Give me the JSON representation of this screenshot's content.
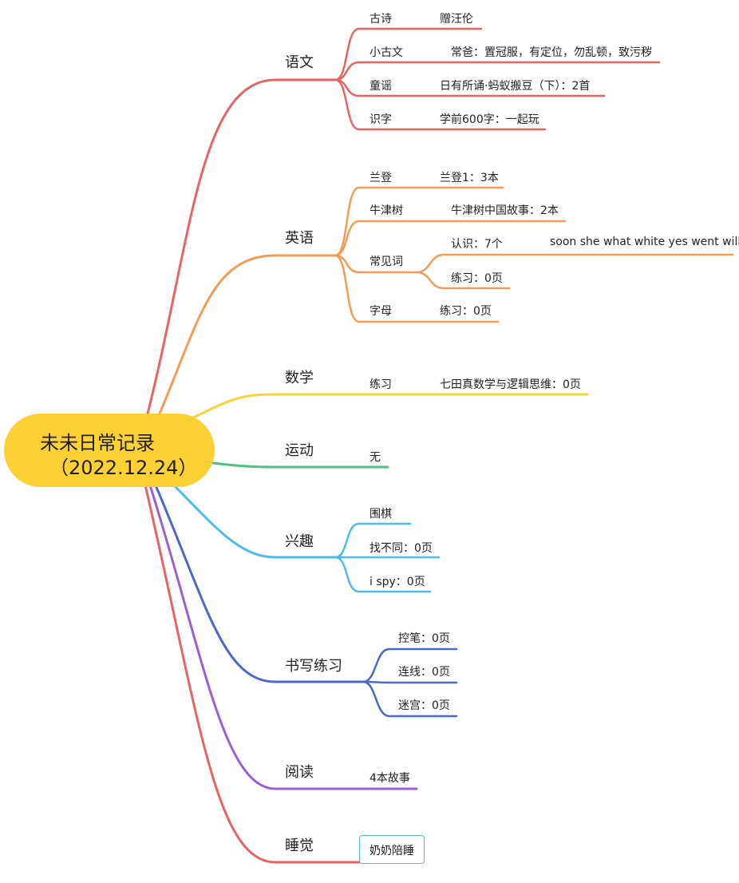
{
  "root": {
    "title": "未未日常记录",
    "date": "（2022.12.24）",
    "color": "#fdd034"
  },
  "branches": [
    {
      "label": "语文",
      "color": "#e86363",
      "items": [
        {
          "label": "古诗",
          "detail": "赠汪伦"
        },
        {
          "label": "小古文",
          "detail": "常爸：置冠服，有定位，勿乱顿，致污秽"
        },
        {
          "label": "童谣",
          "detail": "日有所诵·蚂蚁搬豆（下）：2首"
        },
        {
          "label": "识字",
          "detail": "学前600字：一起玩"
        }
      ]
    },
    {
      "label": "英语",
      "color": "#f39c55",
      "items": [
        {
          "label": "兰登",
          "detail": "兰登1：3本"
        },
        {
          "label": "牛津树",
          "detail": "牛津树中国故事：2本"
        },
        {
          "label": "常见词",
          "children": [
            {
              "label": "认识：7个",
              "detail": "soon she what white yes went will"
            },
            {
              "label": "练习：0页"
            }
          ]
        },
        {
          "label": "字母",
          "detail": "练习：0页"
        }
      ]
    },
    {
      "label": "数学",
      "color": "#f7d43c",
      "items": [
        {
          "label": "练习",
          "detail": "七田真数学与逻辑思维：0页"
        }
      ]
    },
    {
      "label": "运动",
      "color": "#4cc283",
      "items": [
        {
          "label": "无"
        }
      ]
    },
    {
      "label": "兴趣",
      "color": "#4cbcef",
      "items": [
        {
          "label": "围棋"
        },
        {
          "label": "找不同：0页"
        },
        {
          "label": "i spy：0页"
        }
      ]
    },
    {
      "label": "书写练习",
      "color": "#4e68c9",
      "items": [
        {
          "label": "控笔：0页"
        },
        {
          "label": "连线：0页"
        },
        {
          "label": "迷宫：0页"
        }
      ]
    },
    {
      "label": "阅读",
      "color": "#9b5fd1",
      "items": [
        {
          "label": "4本故事"
        }
      ]
    },
    {
      "label": "睡觉",
      "color": "#e86363",
      "items": [
        {
          "label": "奶奶陪睡",
          "boxed_color": "#4fb6e6"
        }
      ]
    }
  ]
}
